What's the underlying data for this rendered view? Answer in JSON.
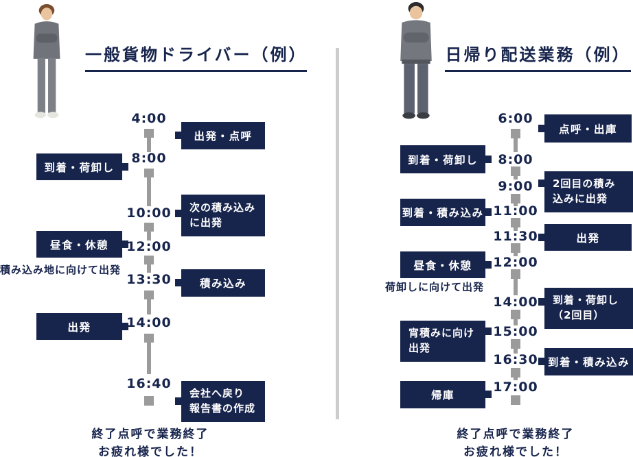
{
  "colors": {
    "navy": "#17244c",
    "axis_gray": "#9b9b9b",
    "divider_gray": "#cccccc",
    "background": "#ffffff"
  },
  "left": {
    "title": "一般貨物ドライバー（例）",
    "photo_icon": "male-driver-standing-arms-crossed",
    "items": [
      {
        "time": "4:00",
        "label": "出発・点呼"
      },
      {
        "time": "8:00",
        "label": "到着・荷卸し"
      },
      {
        "time": "10:00",
        "lines": [
          "次の積み込み",
          "に出発"
        ]
      },
      {
        "time": "12:00",
        "label": "昼食・休憩",
        "note": "積み込み地に向けて出発"
      },
      {
        "time": "13:30",
        "label": "積み込み"
      },
      {
        "time": "14:00",
        "label": "出発"
      },
      {
        "time": "16:40",
        "lines": [
          "会社へ戻り",
          "報告書の作成"
        ]
      }
    ],
    "closing": [
      "終了点呼で業務終了",
      "お疲れ様でした！"
    ]
  },
  "right": {
    "title": "日帰り配送業務（例）",
    "photo_icon": "male-driver-standing-arms-crossed-2",
    "items": [
      {
        "time": "6:00",
        "label": "点呼・出庫"
      },
      {
        "time": "8:00",
        "label": "到着・荷卸し"
      },
      {
        "time": "9:00",
        "lines": [
          "2回目の積み",
          "込みに出発"
        ]
      },
      {
        "time": "11:00",
        "label": "到着・積み込み"
      },
      {
        "time": "11:30",
        "label": "出発"
      },
      {
        "time": "12:00",
        "label": "昼食・休憩",
        "note": "荷卸しに向けて出発"
      },
      {
        "time": "14:00",
        "lines": [
          "到着・荷卸し",
          "（2回目）"
        ]
      },
      {
        "time": "15:00",
        "lines": [
          "宵積みに向け",
          "出発"
        ]
      },
      {
        "time": "16:30",
        "label": "到着・積み込み"
      },
      {
        "time": "17:00",
        "label": "帰庫"
      }
    ],
    "closing": [
      "終了点呼で業務終了",
      "お疲れ様でした！"
    ]
  }
}
